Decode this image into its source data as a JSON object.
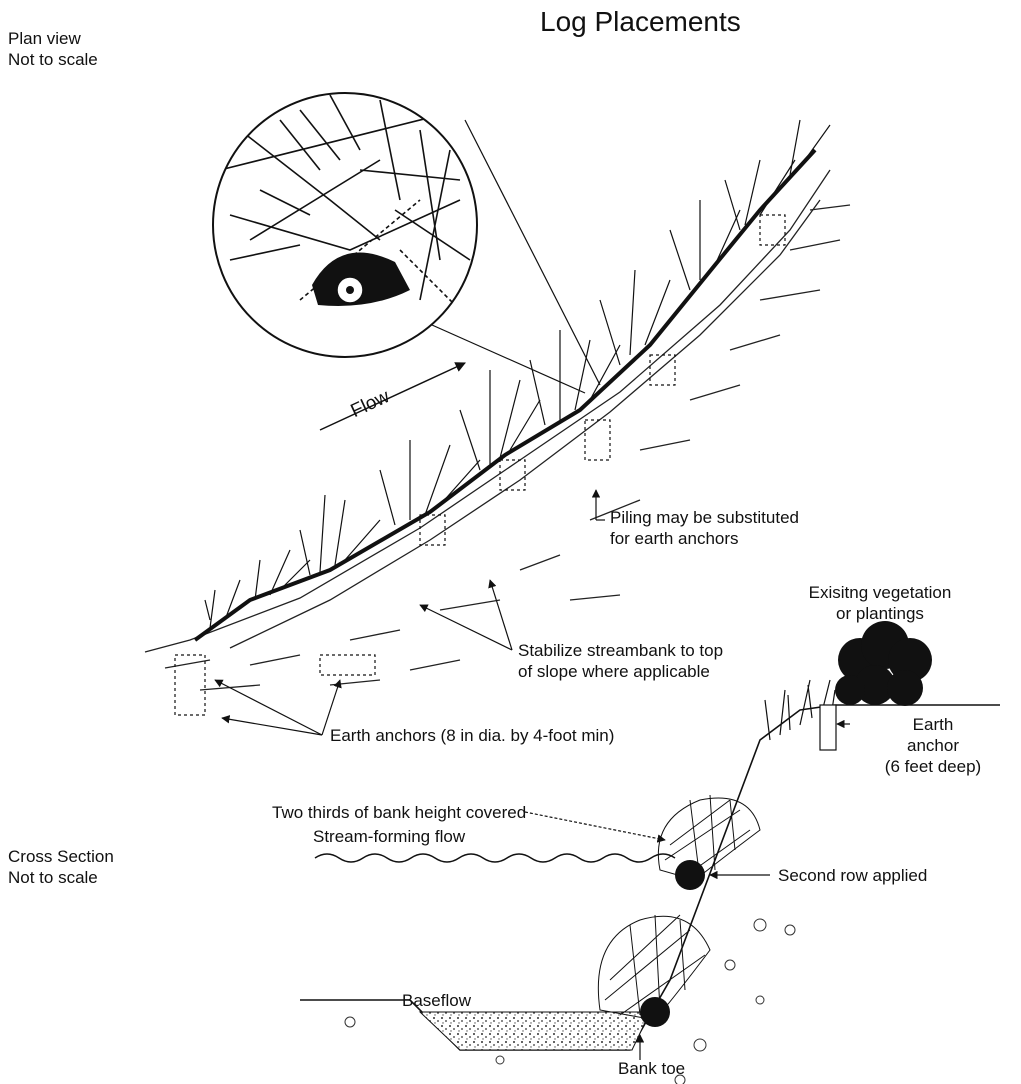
{
  "title": "Log Placements",
  "plan_view": {
    "heading": "Plan view",
    "scale_note": "Not to scale",
    "flow": "Flow",
    "piling_note": [
      "Piling may be substituted",
      "for earth anchors"
    ],
    "stabilize_note": [
      "Stabilize streambank to top",
      "of slope where applicable"
    ],
    "earth_anchors": "Earth anchors (8 in dia. by 4-foot min)"
  },
  "cross_section": {
    "heading": "Cross Section",
    "scale_note": "Not to scale",
    "existing_vegetation": [
      "Exisitng vegetation",
      "or plantings"
    ],
    "earth_anchor": [
      "Earth",
      "anchor",
      "(6 feet deep)"
    ],
    "two_thirds": "Two thirds of bank height covered",
    "stream_forming_flow": "Stream-forming flow",
    "second_row": "Second row applied",
    "baseflow": "Baseflow",
    "bank_toe": "Bank toe"
  }
}
